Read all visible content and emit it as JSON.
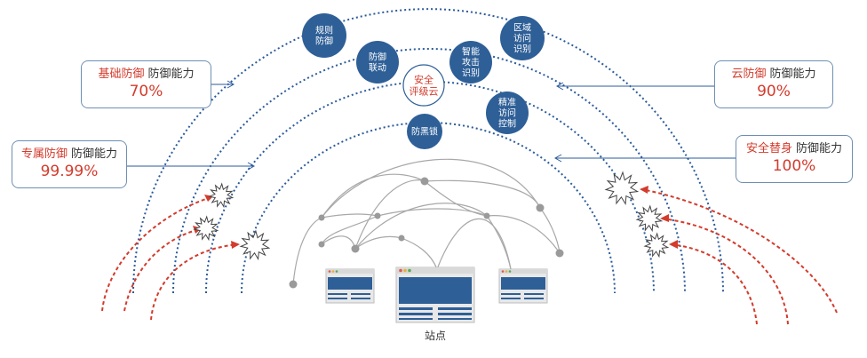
{
  "diagram": {
    "center_label": "安全\n评级云",
    "nodes": [
      {
        "id": "rules",
        "label": "规则\n防御"
      },
      {
        "id": "region",
        "label": "区域\n访问\n识别"
      },
      {
        "id": "linkage",
        "label": "防御\n联动"
      },
      {
        "id": "smart",
        "label": "智能\n攻击\n识别"
      },
      {
        "id": "precise",
        "label": "精准\n访问\n控制"
      },
      {
        "id": "blacklock",
        "label": "防黑锁"
      }
    ],
    "callouts": [
      {
        "id": "basic",
        "name": "基础防御",
        "capability": "防御能力",
        "value": "70%"
      },
      {
        "id": "dedicated",
        "name": "专属防御",
        "capability": "防御能力",
        "value": "99.99%"
      },
      {
        "id": "cloud",
        "name": "云防御",
        "capability": "防御能力",
        "value": "90%"
      },
      {
        "id": "substitute",
        "name": "安全替身",
        "capability": "防御能力",
        "value": "100%"
      }
    ],
    "site_label": "站点",
    "colors": {
      "node_fill": "#2e5f97",
      "arc_blue": "#2b5b9c",
      "attack_red": "#d33b2c",
      "mesh_gray": "#9a9a9a",
      "accent_red": "#d33b2c"
    }
  }
}
